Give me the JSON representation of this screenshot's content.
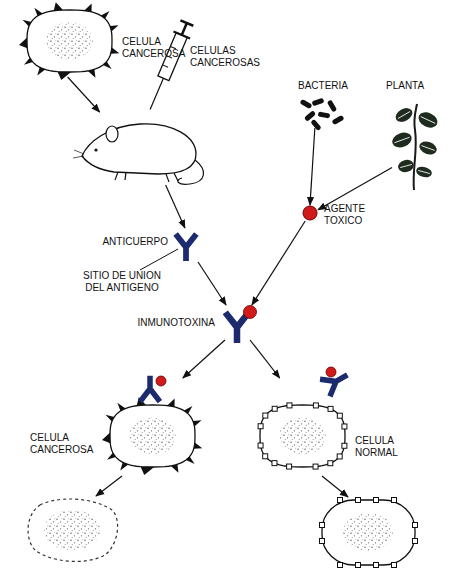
{
  "diagram": {
    "nodes": [
      {
        "text": [
          "CELULA CANCEROSA"
        ]
      },
      {
        "text": [
          "BACTERIA"
        ]
      },
      {
        "text": [
          "PLANTA"
        ]
      },
      {
        "text": [
          "CELULAS CANCEROSAS"
        ]
      },
      {
        "text": [
          "AGENTE TOXICO"
        ]
      },
      {
        "text": [
          "ANTICUERPO"
        ]
      },
      {
        "text": [
          "INMUNOTOXINA"
        ]
      },
      {
        "text": [
          "CELULA CANCEROSA"
        ]
      },
      {
        "text": [
          "CELULA NORMAL"
        ]
      }
    ],
    "edges": [
      {
        "from": 0,
        "to": 3,
        "arrow": "to"
      },
      {
        "from": 3,
        "to": 5,
        "arrow": "to"
      },
      {
        "from": 1,
        "to": 4,
        "arrow": "to"
      },
      {
        "from": 2,
        "to": 4,
        "arrow": "to"
      },
      {
        "from": 5,
        "to": 6,
        "arrow": "to"
      },
      {
        "from": 4,
        "to": 6,
        "arrow": "to"
      },
      {
        "from": 6,
        "to": 7,
        "arrow": "to"
      },
      {
        "from": 6,
        "to": 8,
        "arrow": "to"
      }
    ],
    "labels": [
      "SITIO DE UNION DEL ANTIGENO"
    ]
  }
}
